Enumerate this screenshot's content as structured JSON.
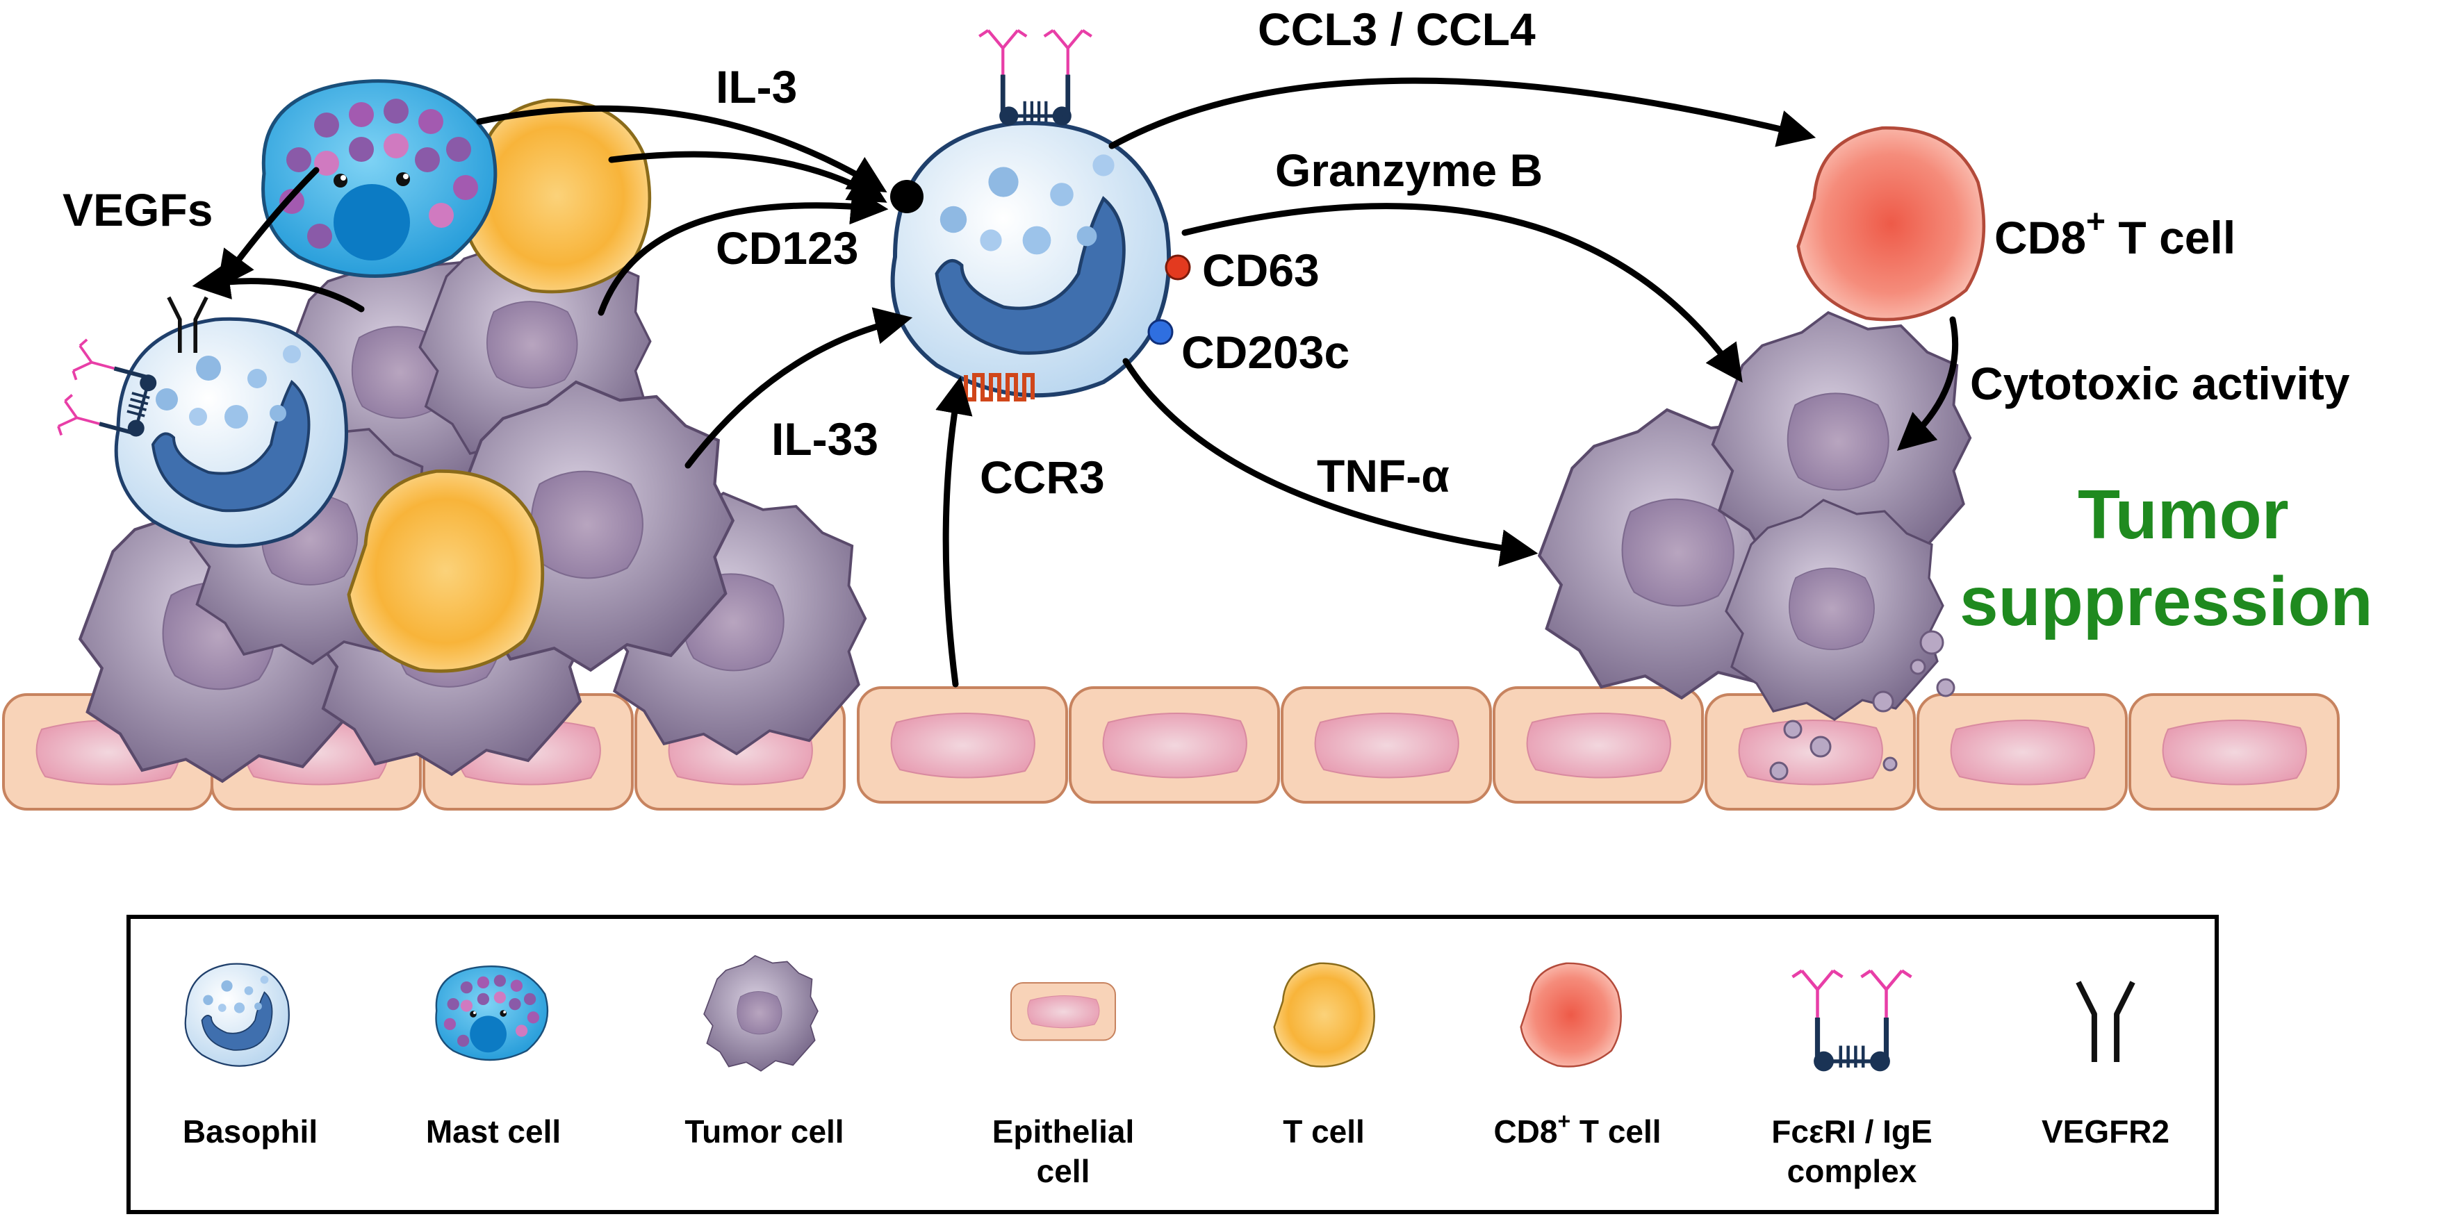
{
  "labels": {
    "il3": "IL-3",
    "vegfs": "VEGFs",
    "cd123": "CD123",
    "il33": "IL-33",
    "ccr3": "CCR3",
    "cd63": "CD63",
    "cd203c": "CD203c",
    "ccl": "CCL3 / CCL4",
    "granzyme": "Granzyme B",
    "tnf": "TNF-α",
    "cd8_main": "CD8",
    "cd8_sup": "+",
    "cd8_rest": " T cell",
    "cytotoxic": "Cytotoxic activity",
    "tumor_line1": "Tumor",
    "tumor_line2": "suppression"
  },
  "legend": {
    "items": [
      {
        "line1": "Basophil",
        "line2": ""
      },
      {
        "line1": "Mast cell",
        "line2": ""
      },
      {
        "line1": "Tumor cell",
        "line2": ""
      },
      {
        "line1": "Epithelial",
        "line2": "cell"
      },
      {
        "line1": "T cell",
        "line2": ""
      },
      {
        "line1": "CD8",
        "sup": "+",
        "rest": " T cell",
        "line2": ""
      },
      {
        "line1": "FcεRI / IgE",
        "line2": "complex"
      },
      {
        "line1": "VEGFR2",
        "line2": ""
      }
    ]
  },
  "colors": {
    "basophil": "#dbeaf7",
    "mast": "#3aaee0",
    "tumor": "#8c7a9a",
    "epithelial": "#f6cfb4",
    "tcell": "#f9c45a",
    "cd8": "#f27d6d",
    "ige": "#e83ea7",
    "receptor": "#1a3355",
    "green": "#1f8a1f"
  }
}
